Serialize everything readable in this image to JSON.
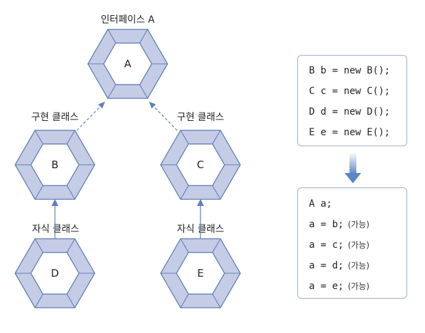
{
  "interface_label": "인터페이스 A",
  "impl_class_label": "구현 클래스",
  "child_class_label": "자식 클래스",
  "nodes": {
    "a": "A",
    "b": "B",
    "c": "C",
    "d": "D",
    "e": "E"
  },
  "code_top": [
    "B b = new B();",
    "C c = new C();",
    "D d = new D();",
    "E e = new E();"
  ],
  "code_bottom": [
    {
      "code": "A a;",
      "note": ""
    },
    {
      "code": "a = b;",
      "note": "(가능)"
    },
    {
      "code": "a = c;",
      "note": "(가능)"
    },
    {
      "code": "a = d;",
      "note": "(가능)"
    },
    {
      "code": "a = e;",
      "note": "(가능)"
    }
  ],
  "colors": {
    "hex_fill": "#c5cce6",
    "hex_stroke": "#5f7fb7",
    "center_fill": "#ffffff",
    "arrow": "#5f7fb7",
    "down_arrow": "#5b85c5"
  }
}
